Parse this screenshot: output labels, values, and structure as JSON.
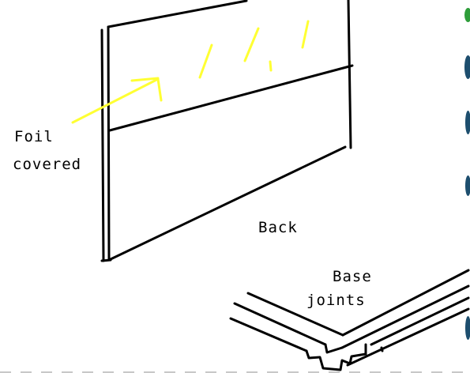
{
  "labels": {
    "foil": "Foil",
    "covered": "covered",
    "back": "Back",
    "base": "Base",
    "joints": "joints"
  },
  "colors": {
    "ink": "#000000",
    "highlight": "#ffff33",
    "edge_green": "#2e9d3a",
    "edge_blue": "#1d4e6e",
    "background": "#ffffff"
  }
}
